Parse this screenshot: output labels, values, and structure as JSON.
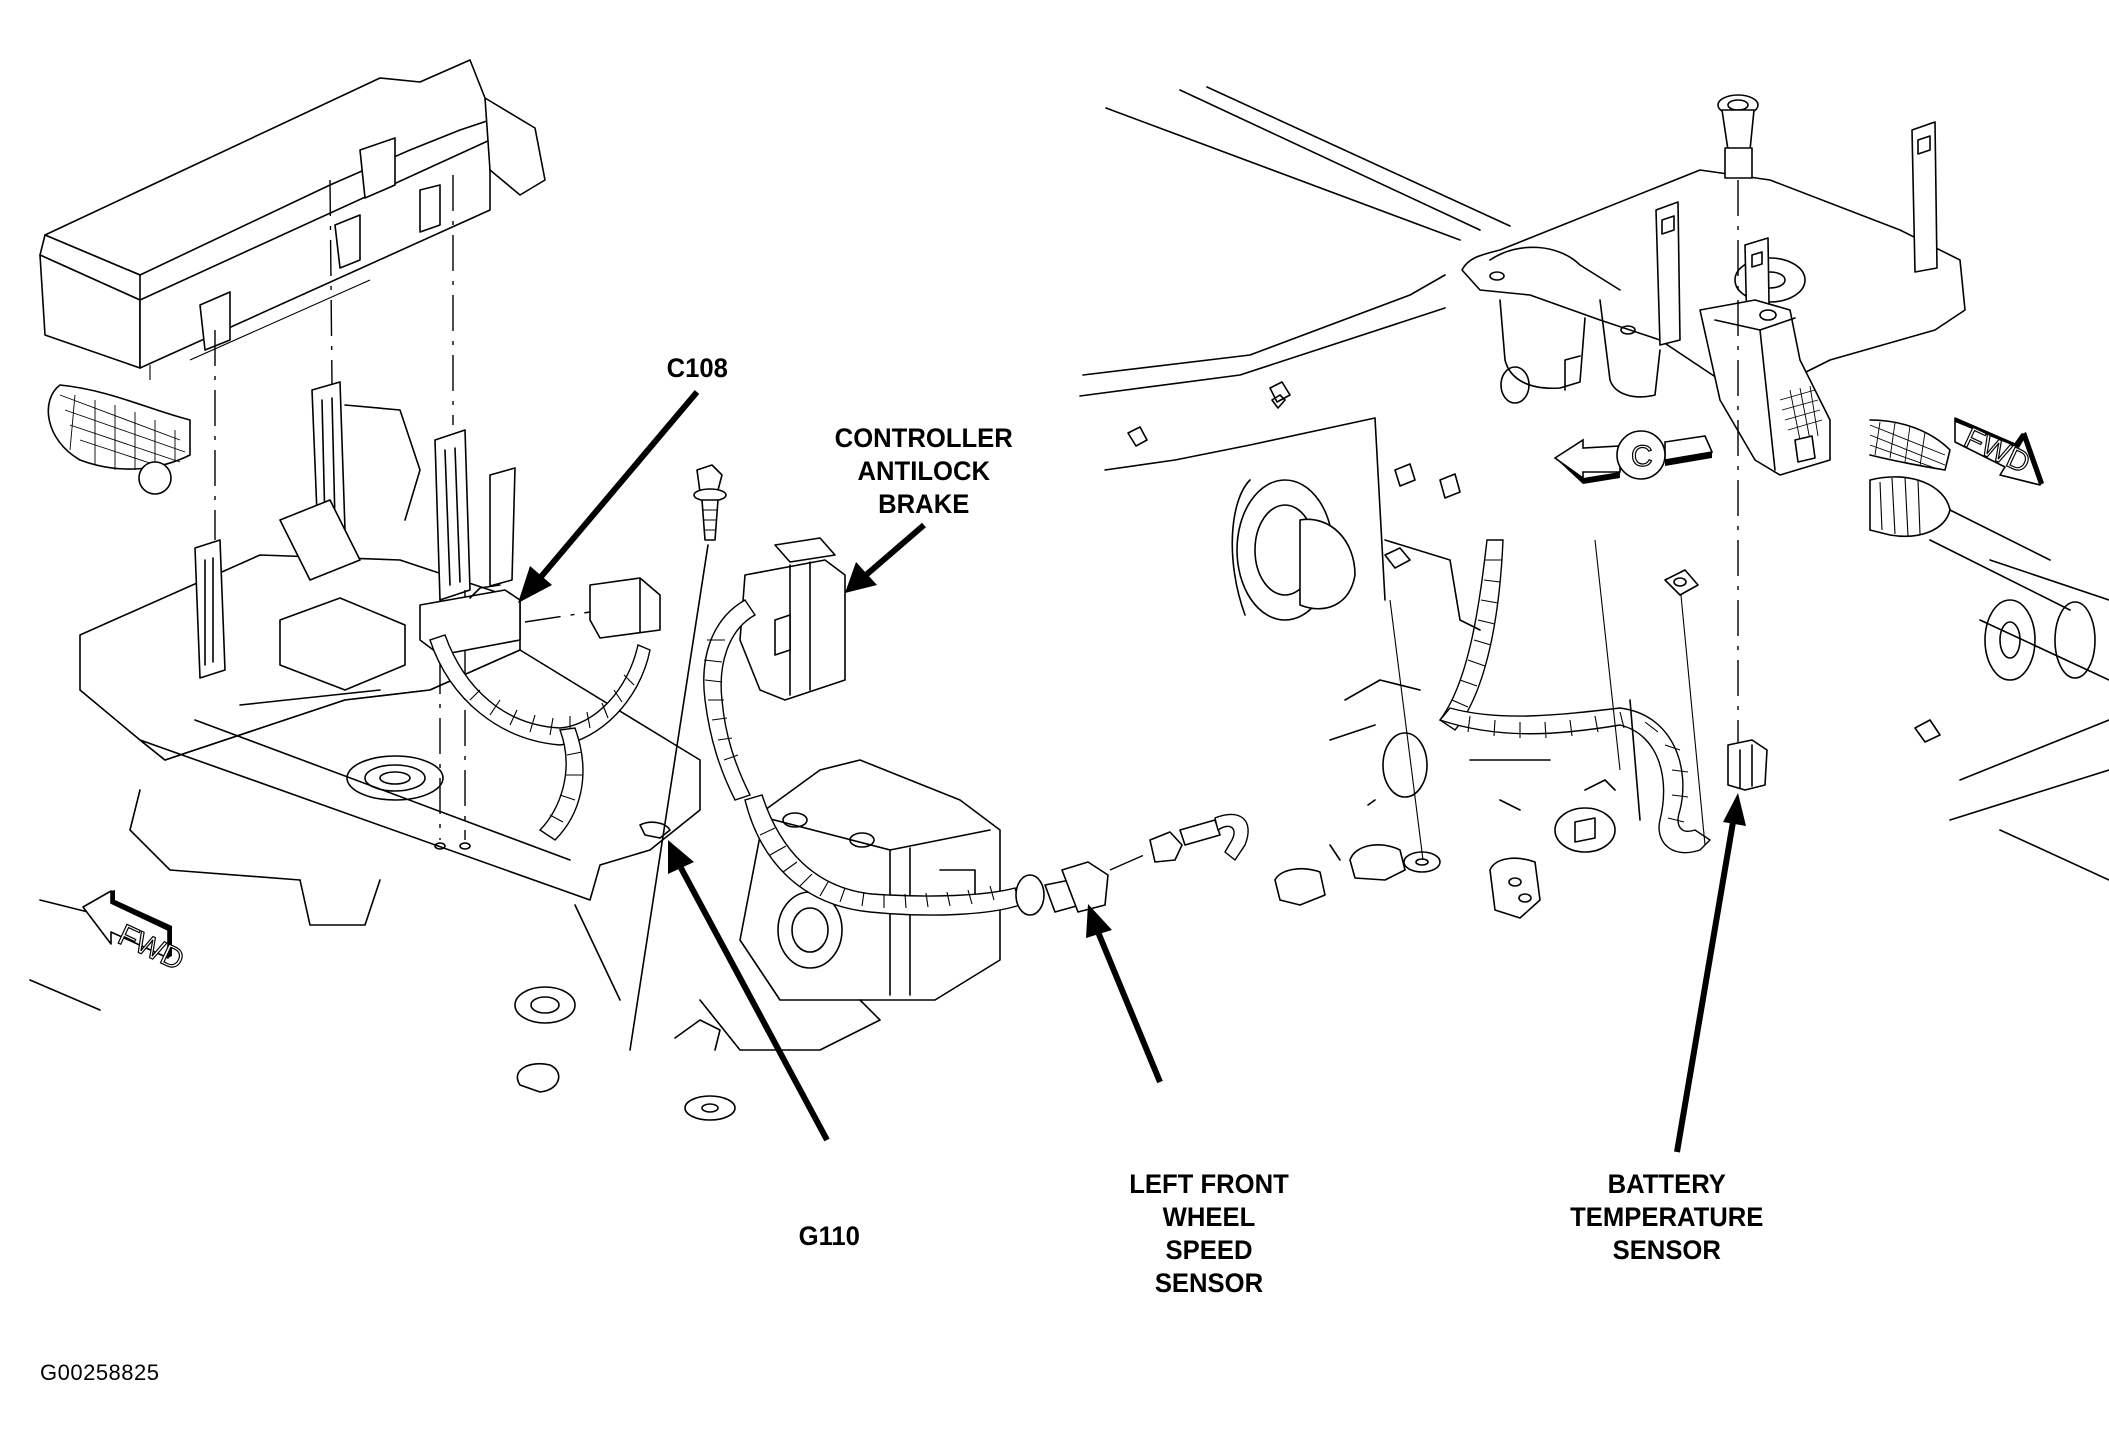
{
  "figure": {
    "id_label": "G00258825",
    "style": "black line-art service diagram"
  },
  "callouts": {
    "c108": {
      "lines": [
        "C108"
      ]
    },
    "controller": {
      "lines": [
        "CONTROLLER",
        "ANTILOCK",
        "BRAKE"
      ]
    },
    "g110": {
      "lines": [
        "G110"
      ]
    },
    "wheel_sensor": {
      "lines": [
        "LEFT FRONT",
        "WHEEL",
        "SPEED",
        "SENSOR"
      ]
    },
    "battery_sensor": {
      "lines": [
        "BATTERY",
        "TEMPERATURE",
        "SENSOR"
      ]
    }
  },
  "markers": {
    "fwd_left": "FWD",
    "fwd_right": "FWD",
    "view_marker": "C"
  },
  "colors": {
    "ink": "#000000",
    "paper": "#ffffff"
  }
}
